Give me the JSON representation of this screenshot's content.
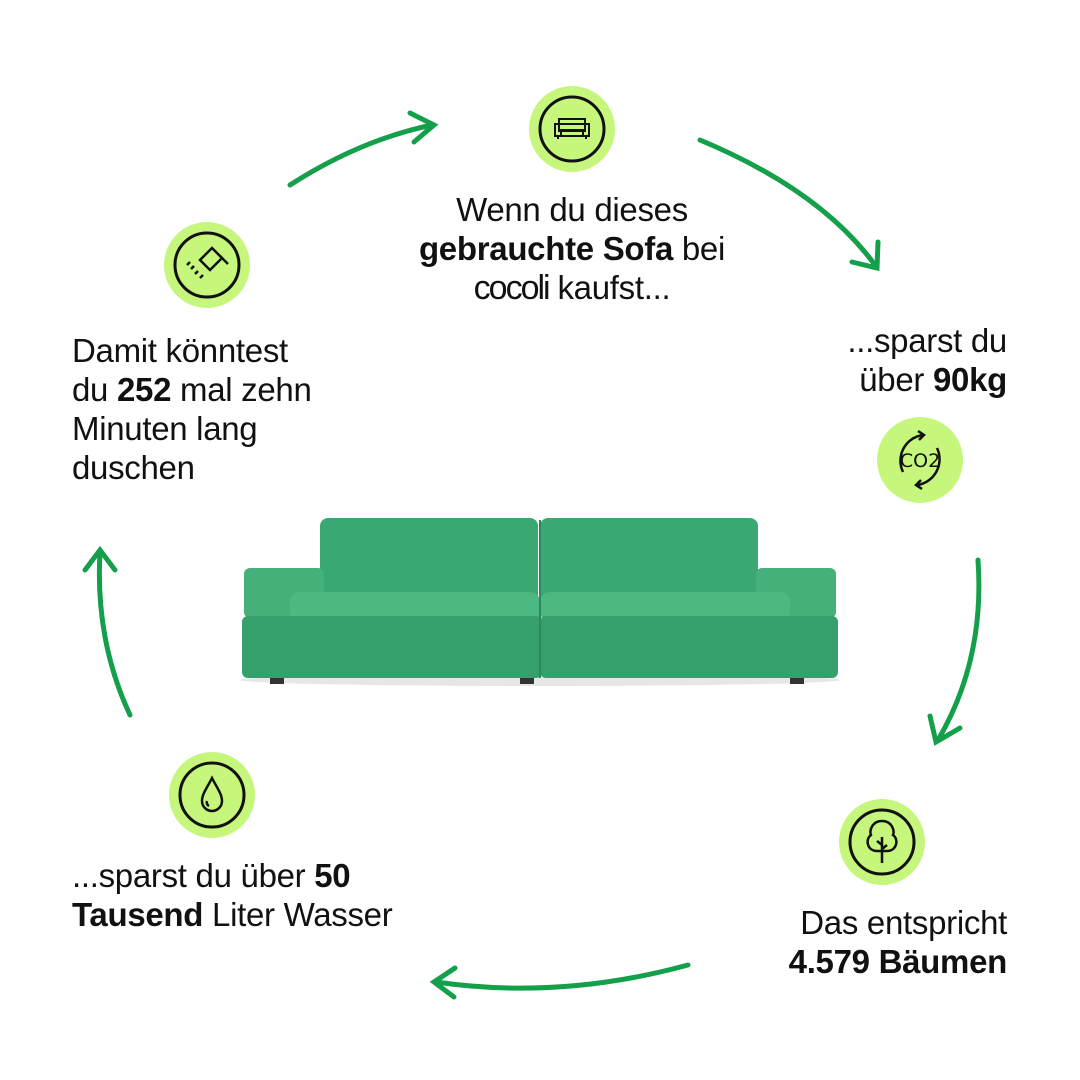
{
  "top": {
    "line1": "Wenn du dieses",
    "bold": "gebrauchte Sofa",
    "after_bold": " bei",
    "logo": "cocoli",
    "line3_after": " kaufst..."
  },
  "co2": {
    "line1": "...sparst du",
    "line2_pre": "über ",
    "line2_bold": "90kg",
    "icon_text": "CO2"
  },
  "trees": {
    "line1": "Das entspricht",
    "bold": "4.579 Bäumen"
  },
  "water": {
    "pre": "...sparst du über ",
    "bold1": "50",
    "bold2": "Tausend",
    "post": " Liter Wasser"
  },
  "shower": {
    "line1": "Damit könntest",
    "pre": "du ",
    "bold": "252",
    "post": " mal zehn",
    "line3": "Minuten lang",
    "line4": "duschen"
  },
  "colors": {
    "accent": "#c6f67c",
    "arrow": "#14a04b",
    "sofa": "#3aa872"
  }
}
